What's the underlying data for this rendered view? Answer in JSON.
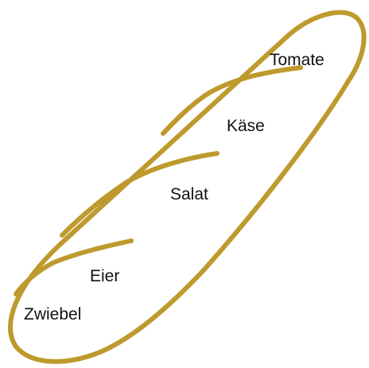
{
  "colors": {
    "outline": "#BE9A2E",
    "background": "#FFFFFF",
    "text": "#111111"
  },
  "labels": {
    "tomate": "Tomate",
    "kaese": "Käse",
    "salat": "Salat",
    "eier": "Eier",
    "zwiebel": "Zwiebel"
  }
}
